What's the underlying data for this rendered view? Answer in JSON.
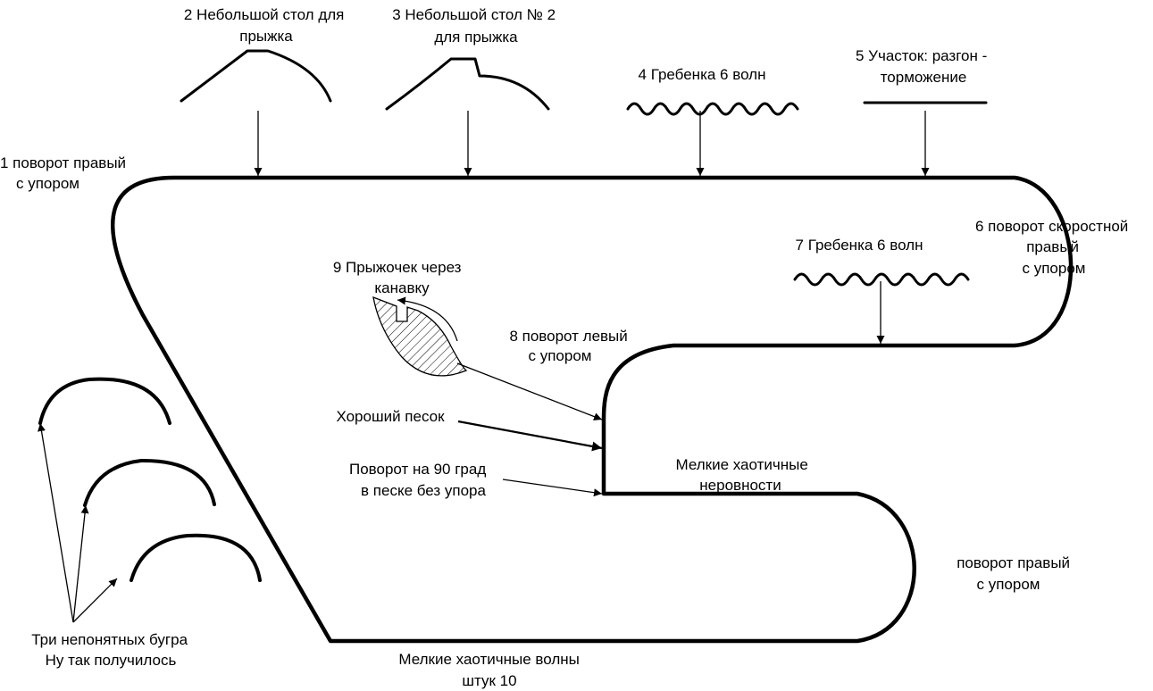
{
  "labels": {
    "turn1": [
      "1  поворот правый",
      "с упором"
    ],
    "table2": [
      "2 Небольшой стол для",
      "прыжка"
    ],
    "table3": [
      "3 Небольшой стол № 2",
      "для прыжка"
    ],
    "comb4": [
      "4 Гребенка 6 волн"
    ],
    "section5": [
      "5 Участок: разгон -",
      "торможение"
    ],
    "turn6": [
      "6  поворот скоростной",
      "правый",
      "с упором"
    ],
    "comb7": [
      "7 Гребенка 6 волн"
    ],
    "turn8": [
      "8 поворот левый",
      "с упором"
    ],
    "jump9": [
      "9 Прыжочек через",
      "канавку"
    ],
    "good_sand": [
      "Хороший песок"
    ],
    "turn90": [
      "Поворот на 90 град",
      "в песке без упора"
    ],
    "small_bumps": [
      "Мелкие хаотичные",
      "неровности"
    ],
    "turn_right_bottom": [
      "поворот правый",
      "с упором"
    ],
    "three_bumps": [
      "Три непонятных бугра",
      "Ну так получилось"
    ],
    "small_waves": [
      "Мелкие хаотичные волны",
      "штук 10"
    ]
  }
}
